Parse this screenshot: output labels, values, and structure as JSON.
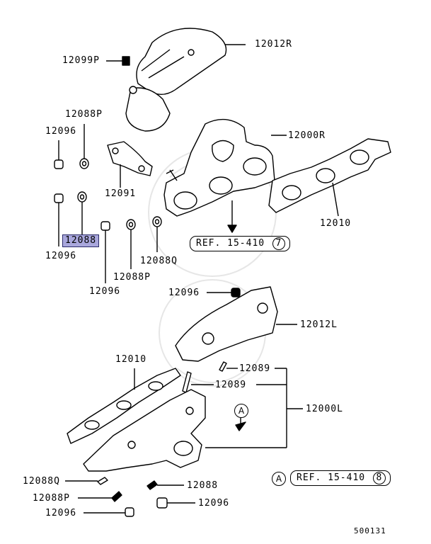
{
  "labels": {
    "shield_upper": "12012R",
    "shield_bolt": "12099P",
    "washer_upper": "12088P",
    "nut_upper": "12096",
    "bracket": "12091",
    "manifold_r": "12000R",
    "gasket_r": "12010",
    "nut_left": "12096",
    "washer_highlight": "12088",
    "nut_mid": "12096",
    "washer_mid": "12088P",
    "washer_q": "12088Q",
    "nut_lower": "12096",
    "shield_lower": "12012L",
    "gasket_l": "12010",
    "stud_upper": "12089",
    "stud_lower": "12089",
    "manifold_l": "12000L",
    "bottom_washer_q": "12088Q",
    "bottom_washer_p": "12088P",
    "bottom_nut_left": "12096",
    "bottom_washer": "12088",
    "bottom_nut_right": "12096",
    "diagram_code": "500131"
  },
  "refs": {
    "ref1_text": "REF. 15-410",
    "ref1_circle": "7",
    "ref2_text": "REF. 15-410",
    "ref2_circle": "8",
    "marker": "A"
  },
  "colors": {
    "highlight": "#a9a7dc",
    "ink": "#000000"
  }
}
